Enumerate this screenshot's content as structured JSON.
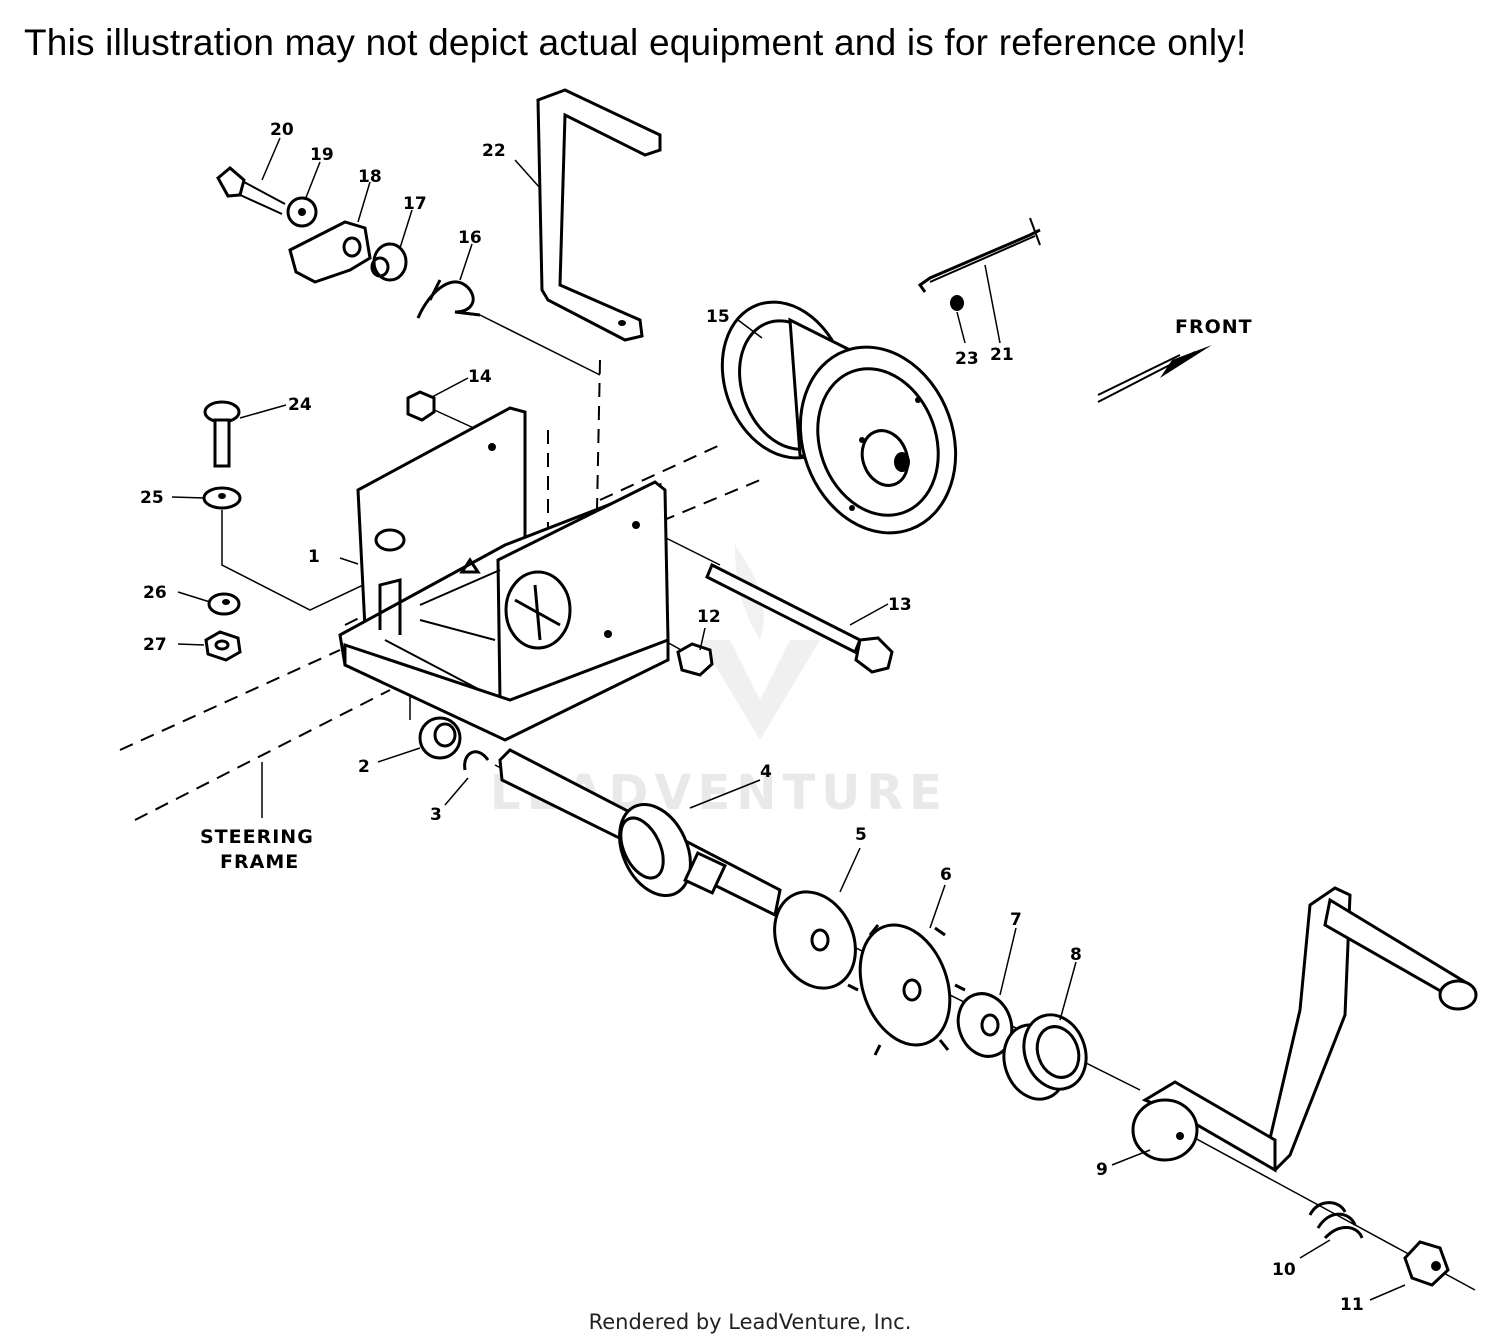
{
  "disclaimer": "This illustration may not depict actual equipment and is for reference only!",
  "footer": "Rendered by LeadVenture, Inc.",
  "watermark": "LEADVENTURE",
  "labels": {
    "front": "FRONT",
    "steering_line1": "STEERING",
    "steering_line2": "FRAME"
  },
  "callouts": [
    "1",
    "2",
    "3",
    "4",
    "5",
    "6",
    "7",
    "8",
    "9",
    "10",
    "11",
    "12",
    "13",
    "14",
    "15",
    "16",
    "17",
    "18",
    "19",
    "20",
    "21",
    "22",
    "23",
    "24",
    "25",
    "26",
    "27"
  ]
}
